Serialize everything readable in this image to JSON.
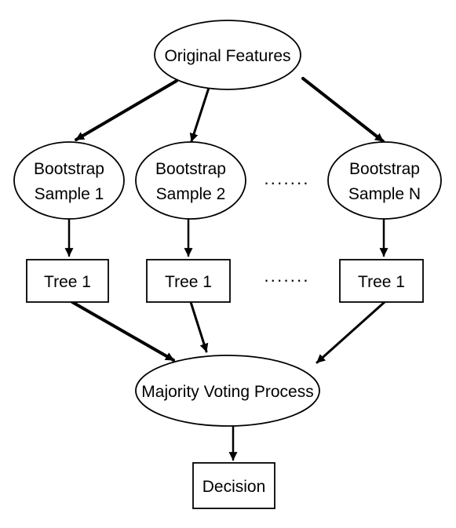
{
  "nodes": {
    "root": "Original Features",
    "samples": [
      {
        "line1": "Bootstrap",
        "line2": "Sample 1"
      },
      {
        "line1": "Bootstrap",
        "line2": "Sample 2"
      },
      {
        "line1": "Bootstrap",
        "line2": "Sample N"
      }
    ],
    "samples_ellipsis": "·······",
    "trees": [
      "Tree 1",
      "Tree 1",
      "Tree 1"
    ],
    "trees_ellipsis": "·······",
    "voting": "Majority Voting Process",
    "decision": "Decision"
  },
  "colors": {
    "stroke": "#000000",
    "fill": "#ffffff",
    "background": "#ffffff"
  }
}
